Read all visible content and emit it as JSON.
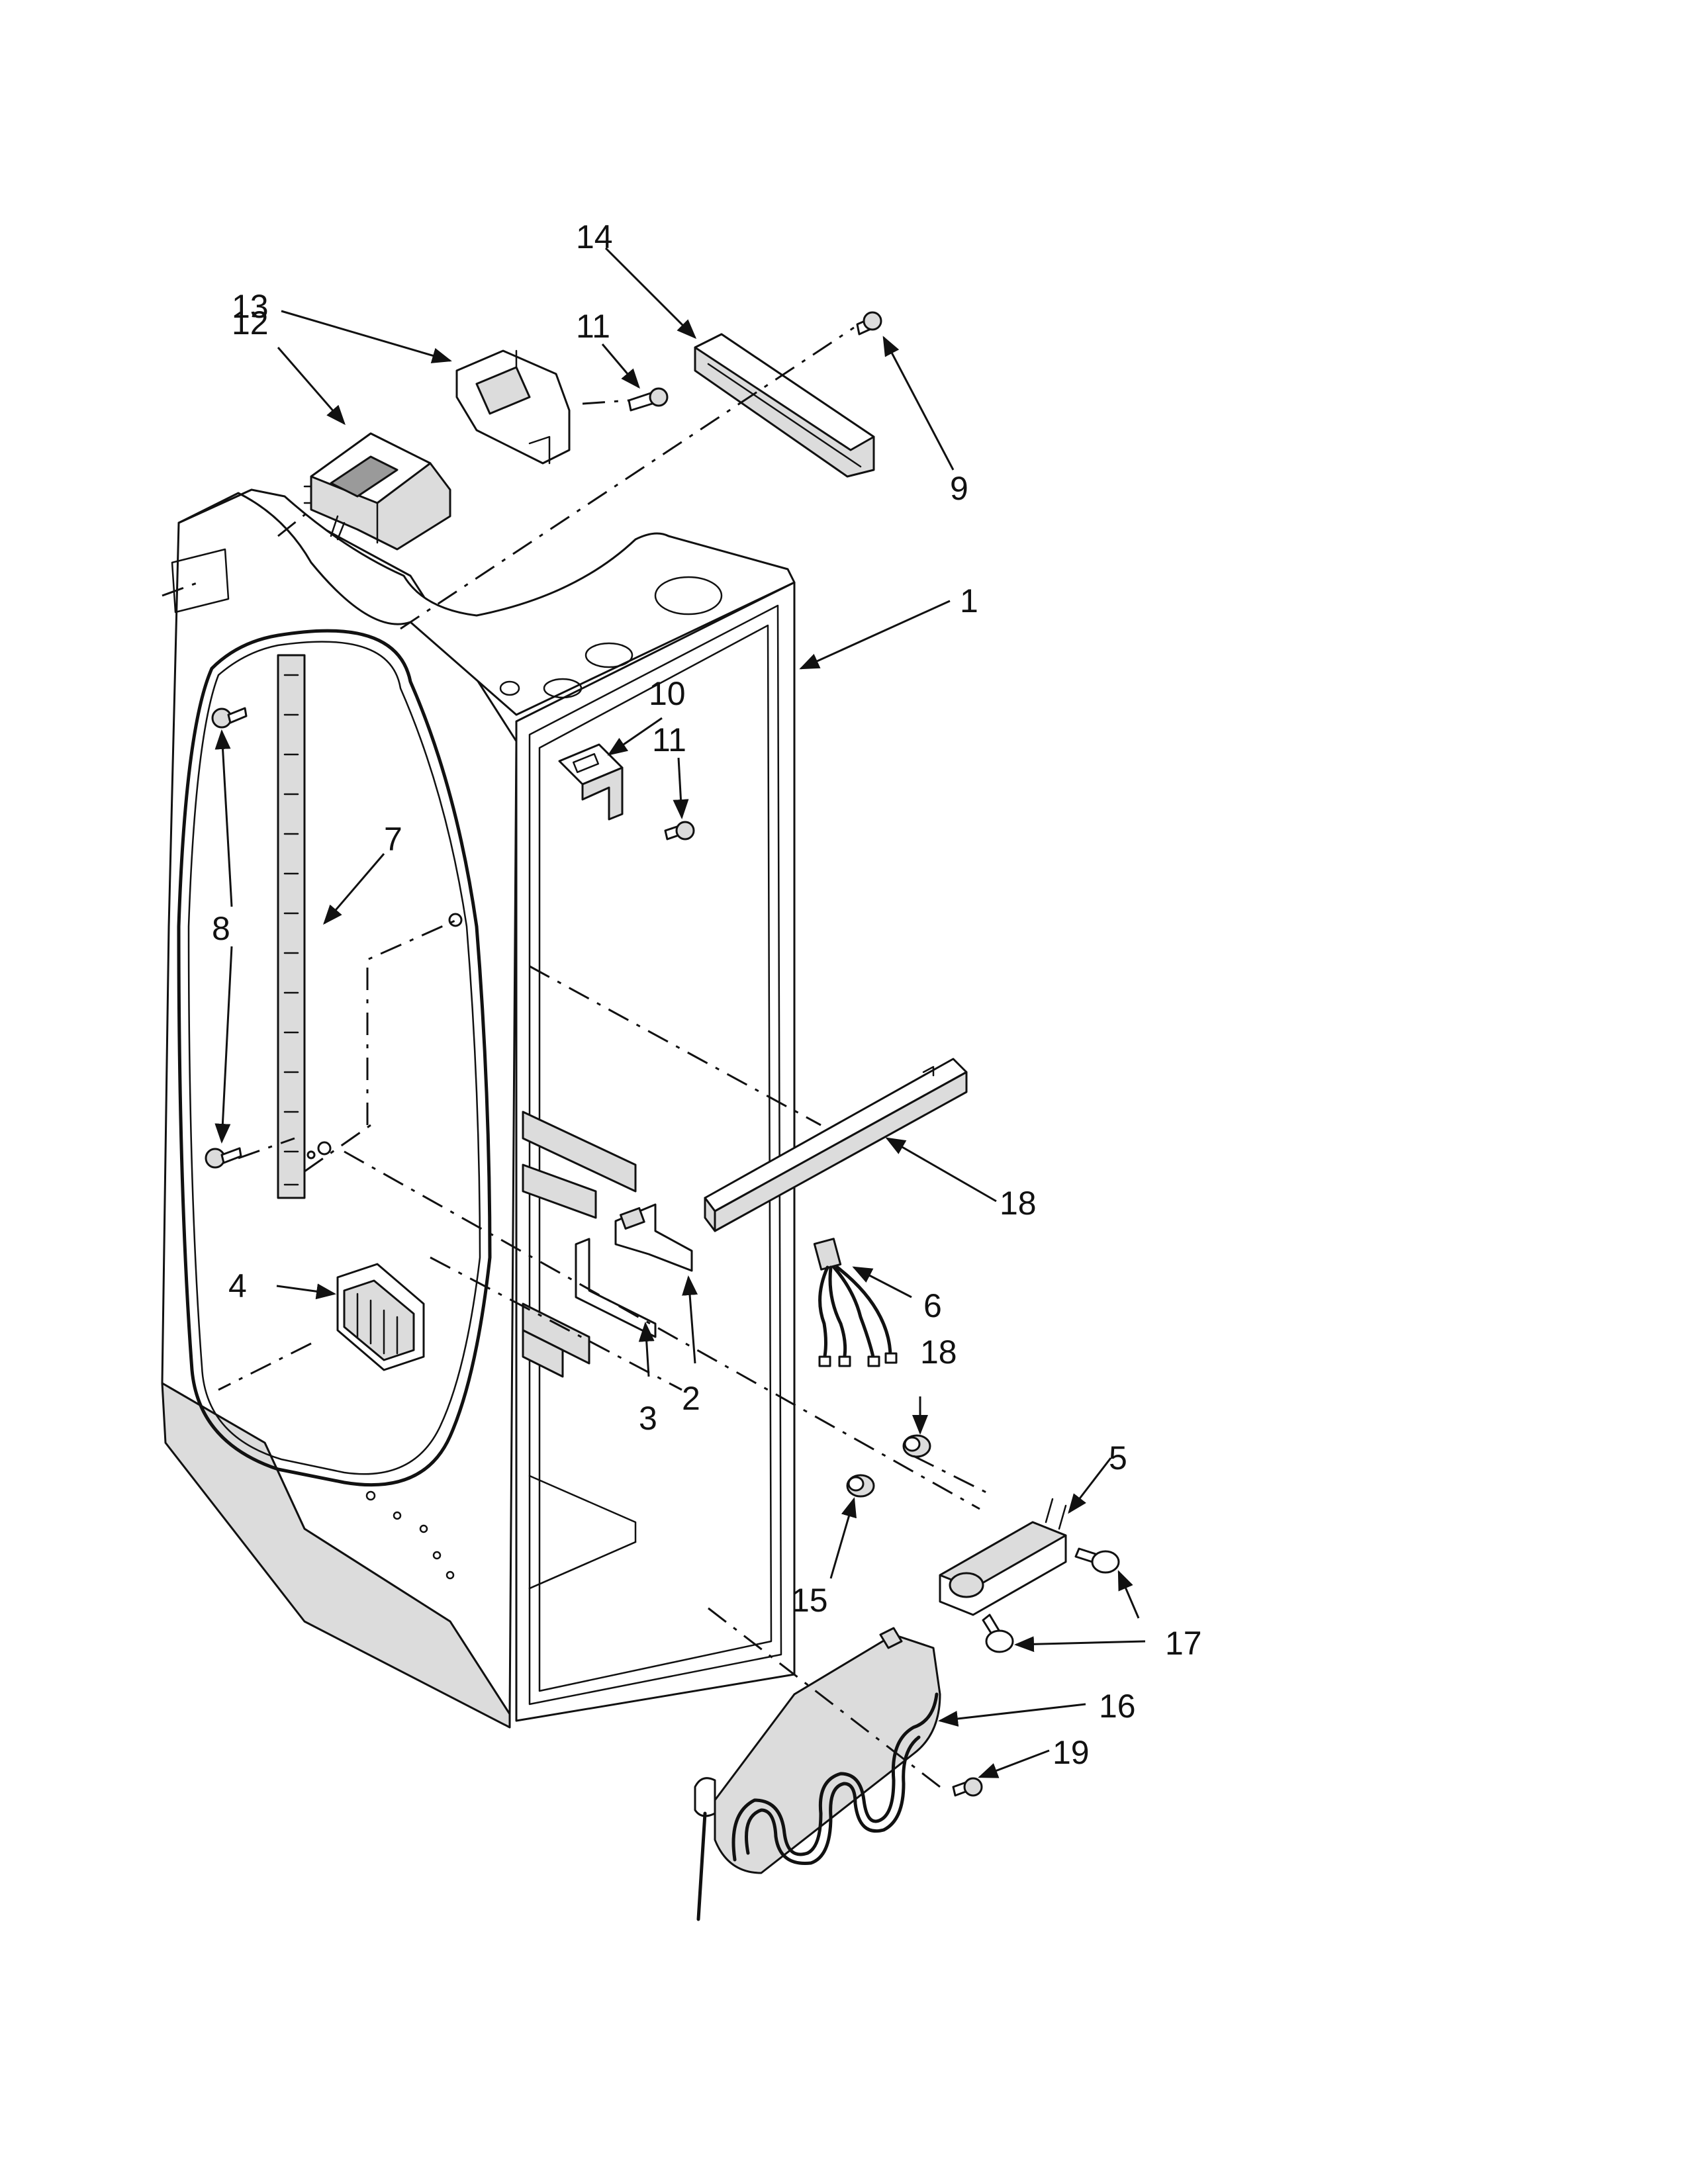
{
  "callouts": [
    {
      "id": "c1",
      "label": "1"
    },
    {
      "id": "c2",
      "label": "2"
    },
    {
      "id": "c3",
      "label": "3"
    },
    {
      "id": "c4",
      "label": "4"
    },
    {
      "id": "c5",
      "label": "5"
    },
    {
      "id": "c6",
      "label": "6"
    },
    {
      "id": "c7",
      "label": "7"
    },
    {
      "id": "c8",
      "label": "8"
    },
    {
      "id": "c9",
      "label": "9"
    },
    {
      "id": "c10",
      "label": "10"
    },
    {
      "id": "c11a",
      "label": "11"
    },
    {
      "id": "c11b",
      "label": "11"
    },
    {
      "id": "c12",
      "label": "12"
    },
    {
      "id": "c13",
      "label": "13"
    },
    {
      "id": "c14",
      "label": "14"
    },
    {
      "id": "c15",
      "label": "15"
    },
    {
      "id": "c16",
      "label": "16"
    },
    {
      "id": "c17",
      "label": "17"
    },
    {
      "id": "c18a",
      "label": "18"
    },
    {
      "id": "c18b",
      "label": "18"
    },
    {
      "id": "c19",
      "label": "19"
    }
  ]
}
